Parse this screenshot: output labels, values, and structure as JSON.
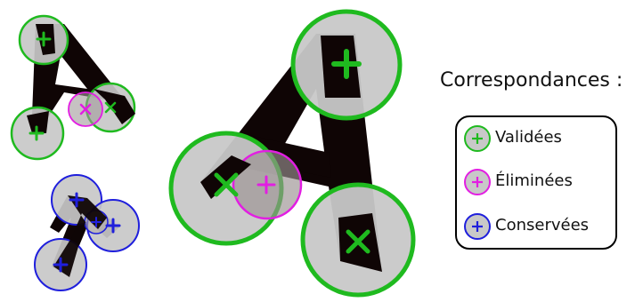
{
  "legend": {
    "title": "Correspondances :",
    "items": [
      {
        "label": "Validées",
        "ring_color": "#1fba1f",
        "marker_color": "#1fba1f"
      },
      {
        "label": "Éliminées",
        "ring_color": "#e21ee2",
        "marker_color": "#e21ee2"
      },
      {
        "label": "Conservées",
        "ring_color": "#1f1fdc",
        "marker_color": "#1f1fdc"
      }
    ]
  },
  "colors": {
    "glyph": "#0f0505",
    "disk_fill": "#c8c8c8",
    "validated": "#1fba1f",
    "eliminated": "#e21ee2",
    "kept": "#1f1fdc"
  }
}
